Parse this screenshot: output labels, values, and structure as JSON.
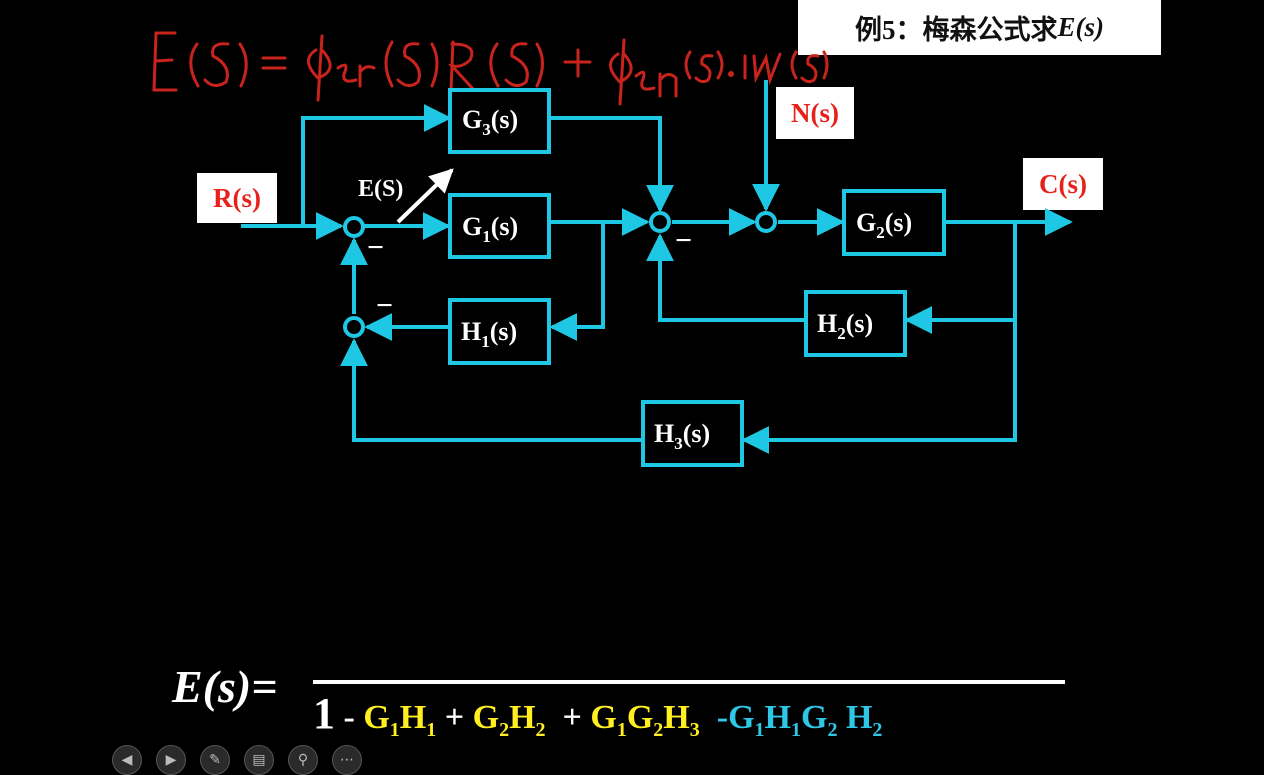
{
  "title": {
    "prefix": "例5：梅森公式求",
    "var": "E(s)"
  },
  "handwritten_note": "E(s) = φer(s)R(s) + φen(s)·N(s)",
  "signals": {
    "input": "R(s)",
    "disturbance": "N(s)",
    "output": "C(s)",
    "error": "E(S)"
  },
  "blocks": [
    {
      "id": "G3",
      "main": "G",
      "sub": "3",
      "tail": "(s)"
    },
    {
      "id": "G1",
      "main": "G",
      "sub": "1",
      "tail": "(s)"
    },
    {
      "id": "G2",
      "main": "G",
      "sub": "2",
      "tail": "(s)"
    },
    {
      "id": "H1",
      "main": "H",
      "sub": "1",
      "tail": "(s)"
    },
    {
      "id": "H2",
      "main": "H",
      "sub": "2",
      "tail": "(s)"
    },
    {
      "id": "H3",
      "main": "H",
      "sub": "3",
      "tail": "(s)"
    }
  ],
  "minus_sign": "−",
  "formula": {
    "lhs": "E(s)=",
    "denominator": [
      {
        "text": "1",
        "color": "white"
      },
      {
        "text": " - ",
        "color": "white"
      },
      {
        "text": "G1H1",
        "color": "yellow"
      },
      {
        "text": " + ",
        "color": "white"
      },
      {
        "text": "G2H2",
        "color": "yellow"
      },
      {
        "text": "  + ",
        "color": "white"
      },
      {
        "text": "G1G2H3",
        "color": "yellow"
      },
      {
        "text": "  -",
        "color": "cyan"
      },
      {
        "text": "G1H1G2 H2",
        "color": "cyan"
      }
    ]
  },
  "colors": {
    "line": "#1ec8e4",
    "label_red": "#e8201a",
    "highlight_yellow": "#ffef22",
    "ink_red": "#c8231d"
  },
  "controls": [
    "prev-icon",
    "next-icon",
    "pen-icon",
    "slides-icon",
    "zoom-icon",
    "more-icon"
  ]
}
